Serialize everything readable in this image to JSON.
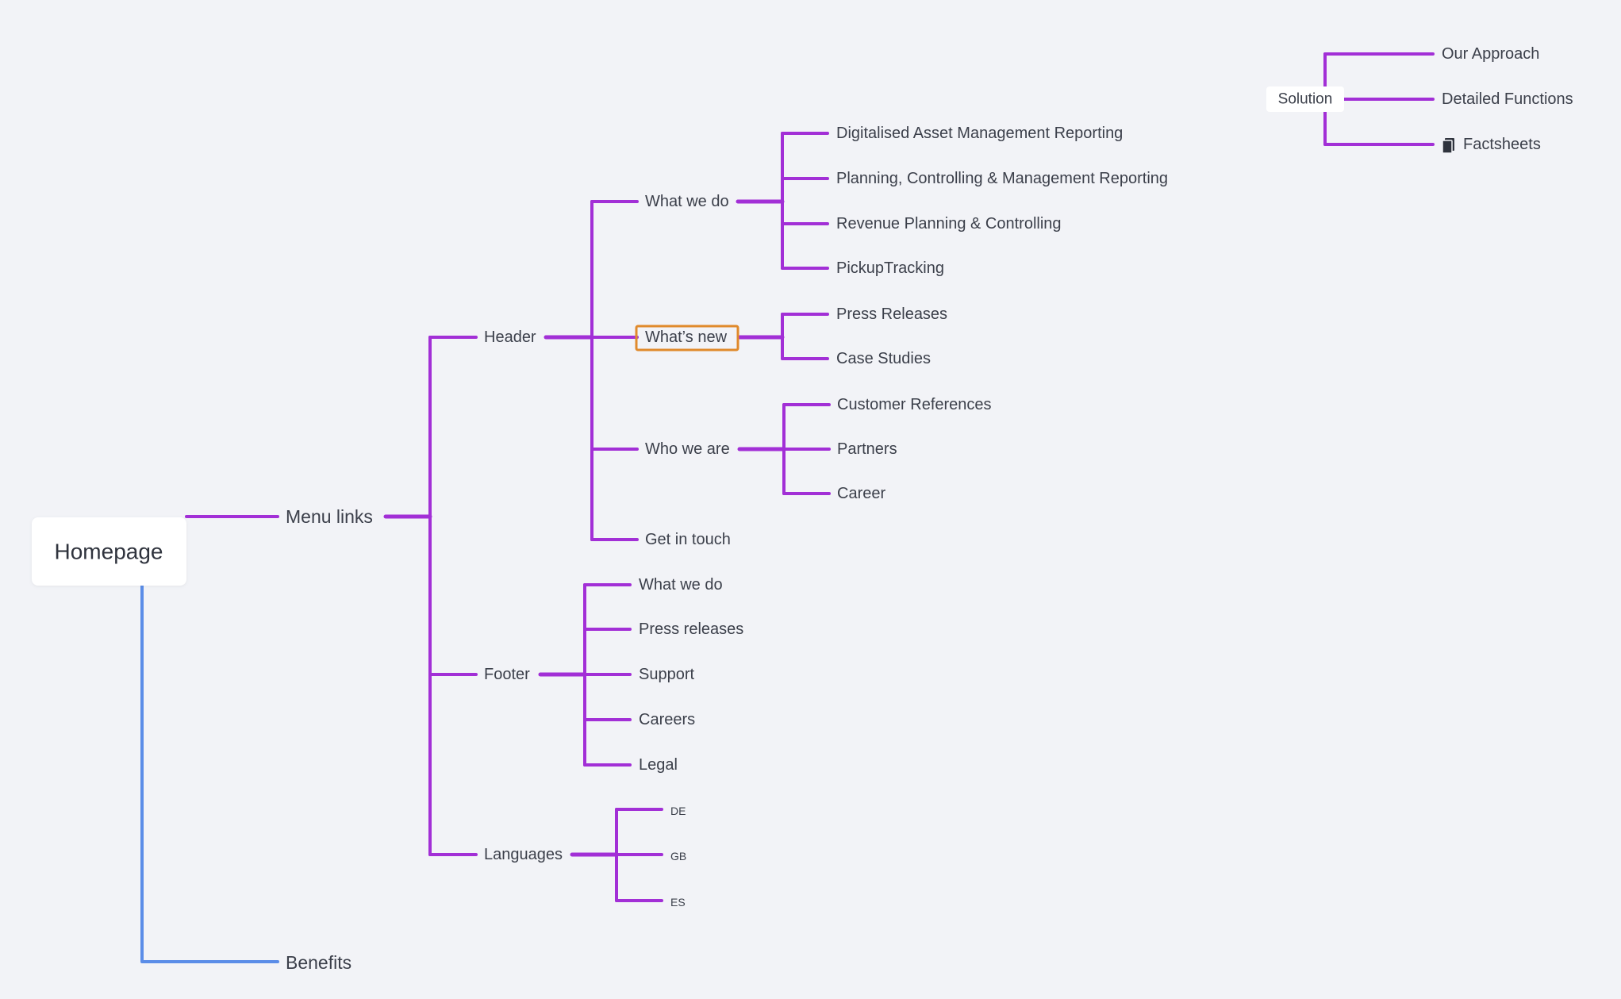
{
  "colors": {
    "background": "#f2f3f7",
    "purple_connector": "#a22fd6",
    "blue_connector": "#5b8de8",
    "highlight_border": "#e08a2c",
    "text": "#3b3f4a"
  },
  "mindmap": {
    "root": "Homepage",
    "menu_links": {
      "label": "Menu links",
      "header": {
        "label": "Header",
        "what_we_do": {
          "label": "What we do",
          "items": [
            "Digitalised Asset Management Reporting",
            "Planning, Controlling & Management Reporting",
            "Revenue Planning & Controlling",
            "PickupTracking"
          ]
        },
        "whats_new": {
          "label": "What’s new",
          "items": [
            "Press Releases",
            "Case Studies"
          ]
        },
        "who_we_are": {
          "label": "Who we are",
          "items": [
            "Customer References",
            "Partners",
            "Career"
          ]
        },
        "get_in_touch": "Get in touch"
      },
      "footer": {
        "label": "Footer",
        "items": [
          "What we do",
          "Press releases",
          "Support",
          "Careers",
          "Legal"
        ]
      },
      "languages": {
        "label": "Languages",
        "items": [
          "DE",
          "GB",
          "ES"
        ]
      }
    },
    "benefits": "Benefits",
    "solution": {
      "label": "Solution",
      "items": [
        "Our Approach",
        "Detailed Functions",
        "Factsheets"
      ],
      "factsheets_icon": "document-icon"
    }
  }
}
